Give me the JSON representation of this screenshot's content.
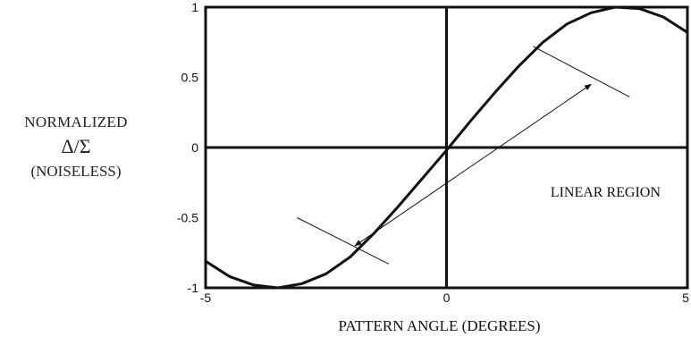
{
  "chart_data": {
    "type": "line",
    "xlabel": "PATTERN ANGLE (DEGREES)",
    "ylabel_lines": [
      "NORMALIZED",
      "Δ/Σ",
      "(NOISELESS)"
    ],
    "xlim": [
      -5,
      5
    ],
    "ylim": [
      -1,
      1
    ],
    "xticks": [
      -5,
      0,
      5
    ],
    "yticks": [
      -1,
      -0.5,
      0,
      0.5,
      1
    ],
    "ytick_labels": [
      "-1",
      "-0.5",
      "0",
      "0.5",
      "1"
    ],
    "xtick_labels": [
      "-5",
      "0",
      "5"
    ],
    "grid": false,
    "series": [
      {
        "x": [
          -5.0,
          -4.5,
          -4.0,
          -3.5,
          -3.0,
          -2.5,
          -2.0,
          -1.5,
          -1.0,
          -0.5,
          0.0,
          0.5,
          1.0,
          1.5,
          2.0,
          2.5,
          3.0,
          3.5,
          4.0,
          4.5,
          5.0
        ],
        "values": [
          -0.81,
          -0.92,
          -0.98,
          -1.0,
          -0.97,
          -0.9,
          -0.78,
          -0.61,
          -0.42,
          -0.22,
          -0.02,
          0.19,
          0.39,
          0.58,
          0.75,
          0.88,
          0.96,
          1.0,
          0.99,
          0.93,
          0.82
        ]
      }
    ],
    "annotation": {
      "text": "LINEAR REGION",
      "text_pos": [
        3.3,
        -0.35
      ],
      "arrow_from": [
        -1.9,
        -0.7
      ],
      "arrow_to": [
        3.0,
        0.45
      ],
      "tick_marks": [
        {
          "from": [
            -3.1,
            -0.5
          ],
          "to": [
            -1.2,
            -0.83
          ]
        },
        {
          "from": [
            1.8,
            0.72
          ],
          "to": [
            3.8,
            0.36
          ]
        }
      ]
    }
  }
}
